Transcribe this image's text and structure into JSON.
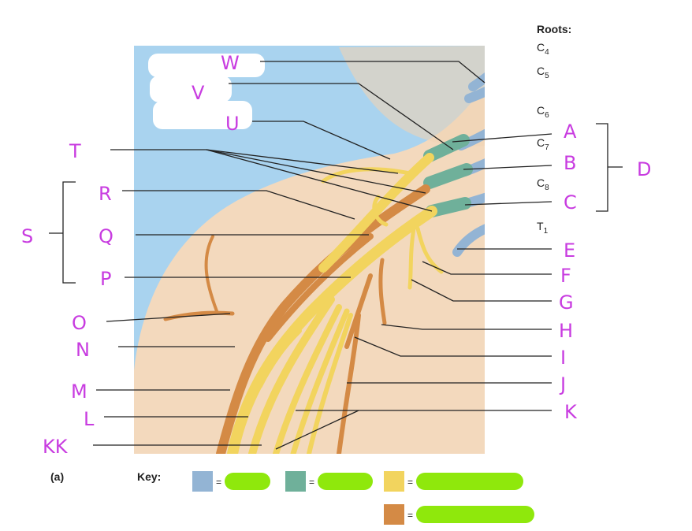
{
  "header": {
    "roots_title": "Roots:"
  },
  "roots": [
    {
      "base": "C",
      "sub": "4"
    },
    {
      "base": "C",
      "sub": "5"
    },
    {
      "base": "C",
      "sub": "6"
    },
    {
      "base": "C",
      "sub": "7"
    },
    {
      "base": "C",
      "sub": "8"
    },
    {
      "base": "T",
      "sub": "1"
    }
  ],
  "labels": {
    "left": [
      "W",
      "V",
      "U",
      "T",
      "R",
      "Q",
      "P",
      "O",
      "N",
      "M",
      "L",
      "KK"
    ],
    "bracket_left": "S",
    "right": [
      "A",
      "B",
      "C",
      "E",
      "F",
      "G",
      "H",
      "I",
      "J",
      "K"
    ],
    "bracket_right": "D"
  },
  "footer": {
    "panel_label": "(a)",
    "key_label": "Key:",
    "equals": "="
  },
  "key_colors": {
    "roots": "#93b4d4",
    "trunks": "#6fb09a",
    "posterior": "#f2d45e",
    "anterior": "#d48a45",
    "answer_mask": "#8fe80c"
  }
}
